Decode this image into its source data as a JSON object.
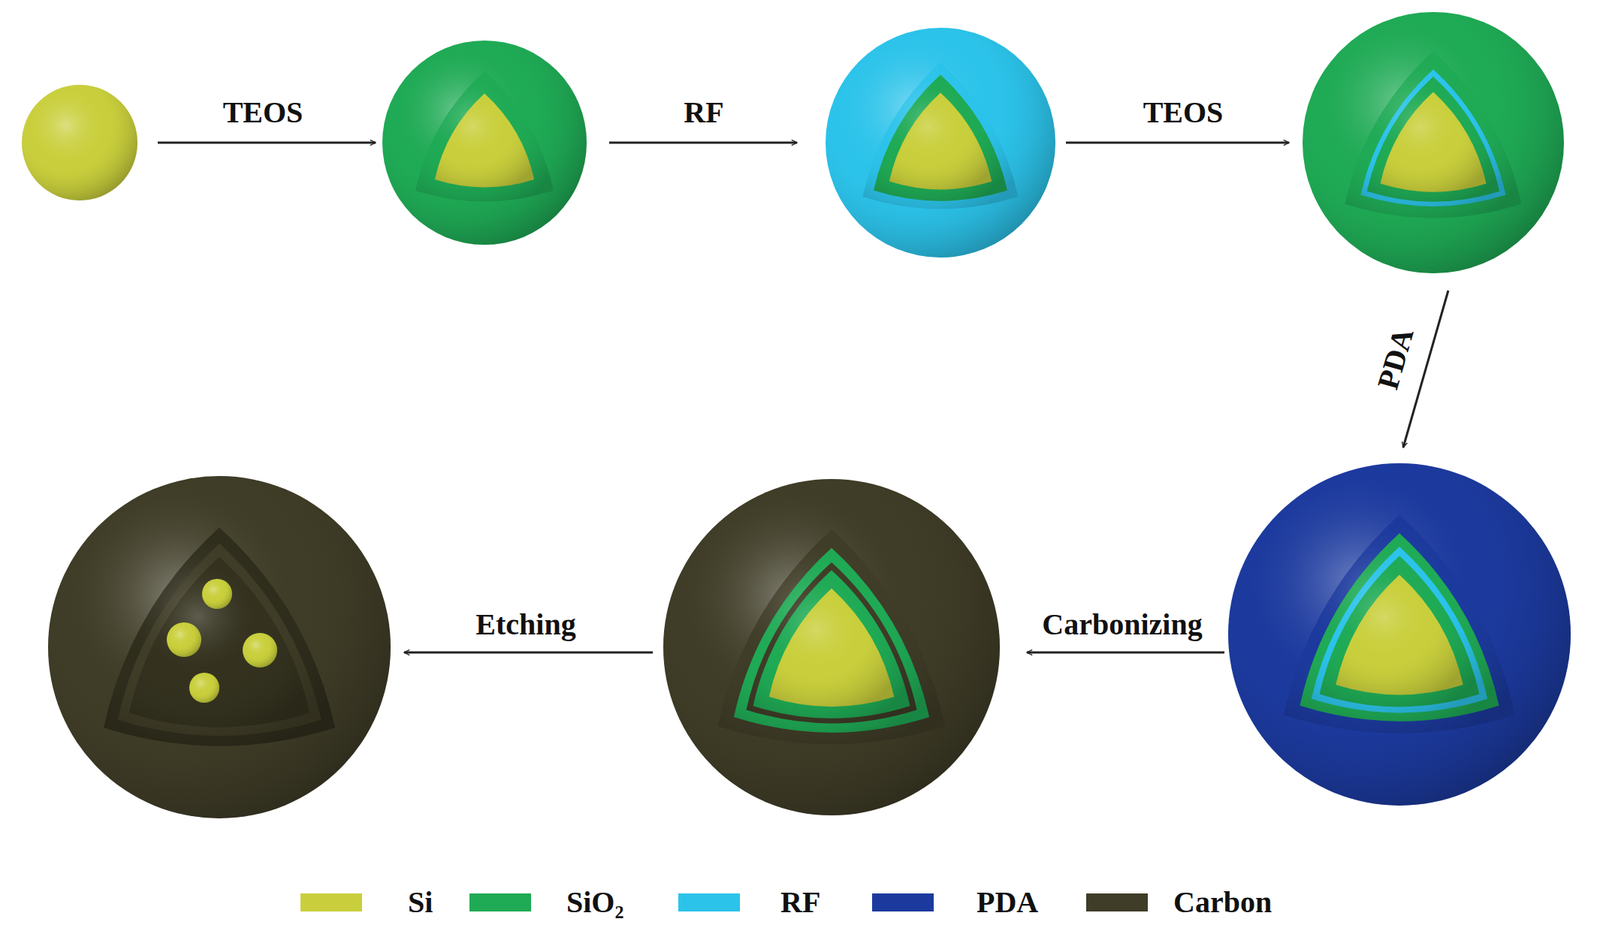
{
  "diagram": {
    "labels": [
      "TEOS",
      "RF",
      "TEOS",
      "PDA",
      "Carbonizing",
      "Etching"
    ],
    "legend": [
      {
        "text": "Si",
        "color": "#c9cf3c"
      },
      {
        "text": "SiO₂",
        "color": "#1faa55"
      },
      {
        "text": "RF",
        "color": "#2cc3ea"
      },
      {
        "text": "PDA",
        "color": "#1c3a9e"
      },
      {
        "text": "Carbon",
        "color": "#3f3c27"
      }
    ]
  }
}
